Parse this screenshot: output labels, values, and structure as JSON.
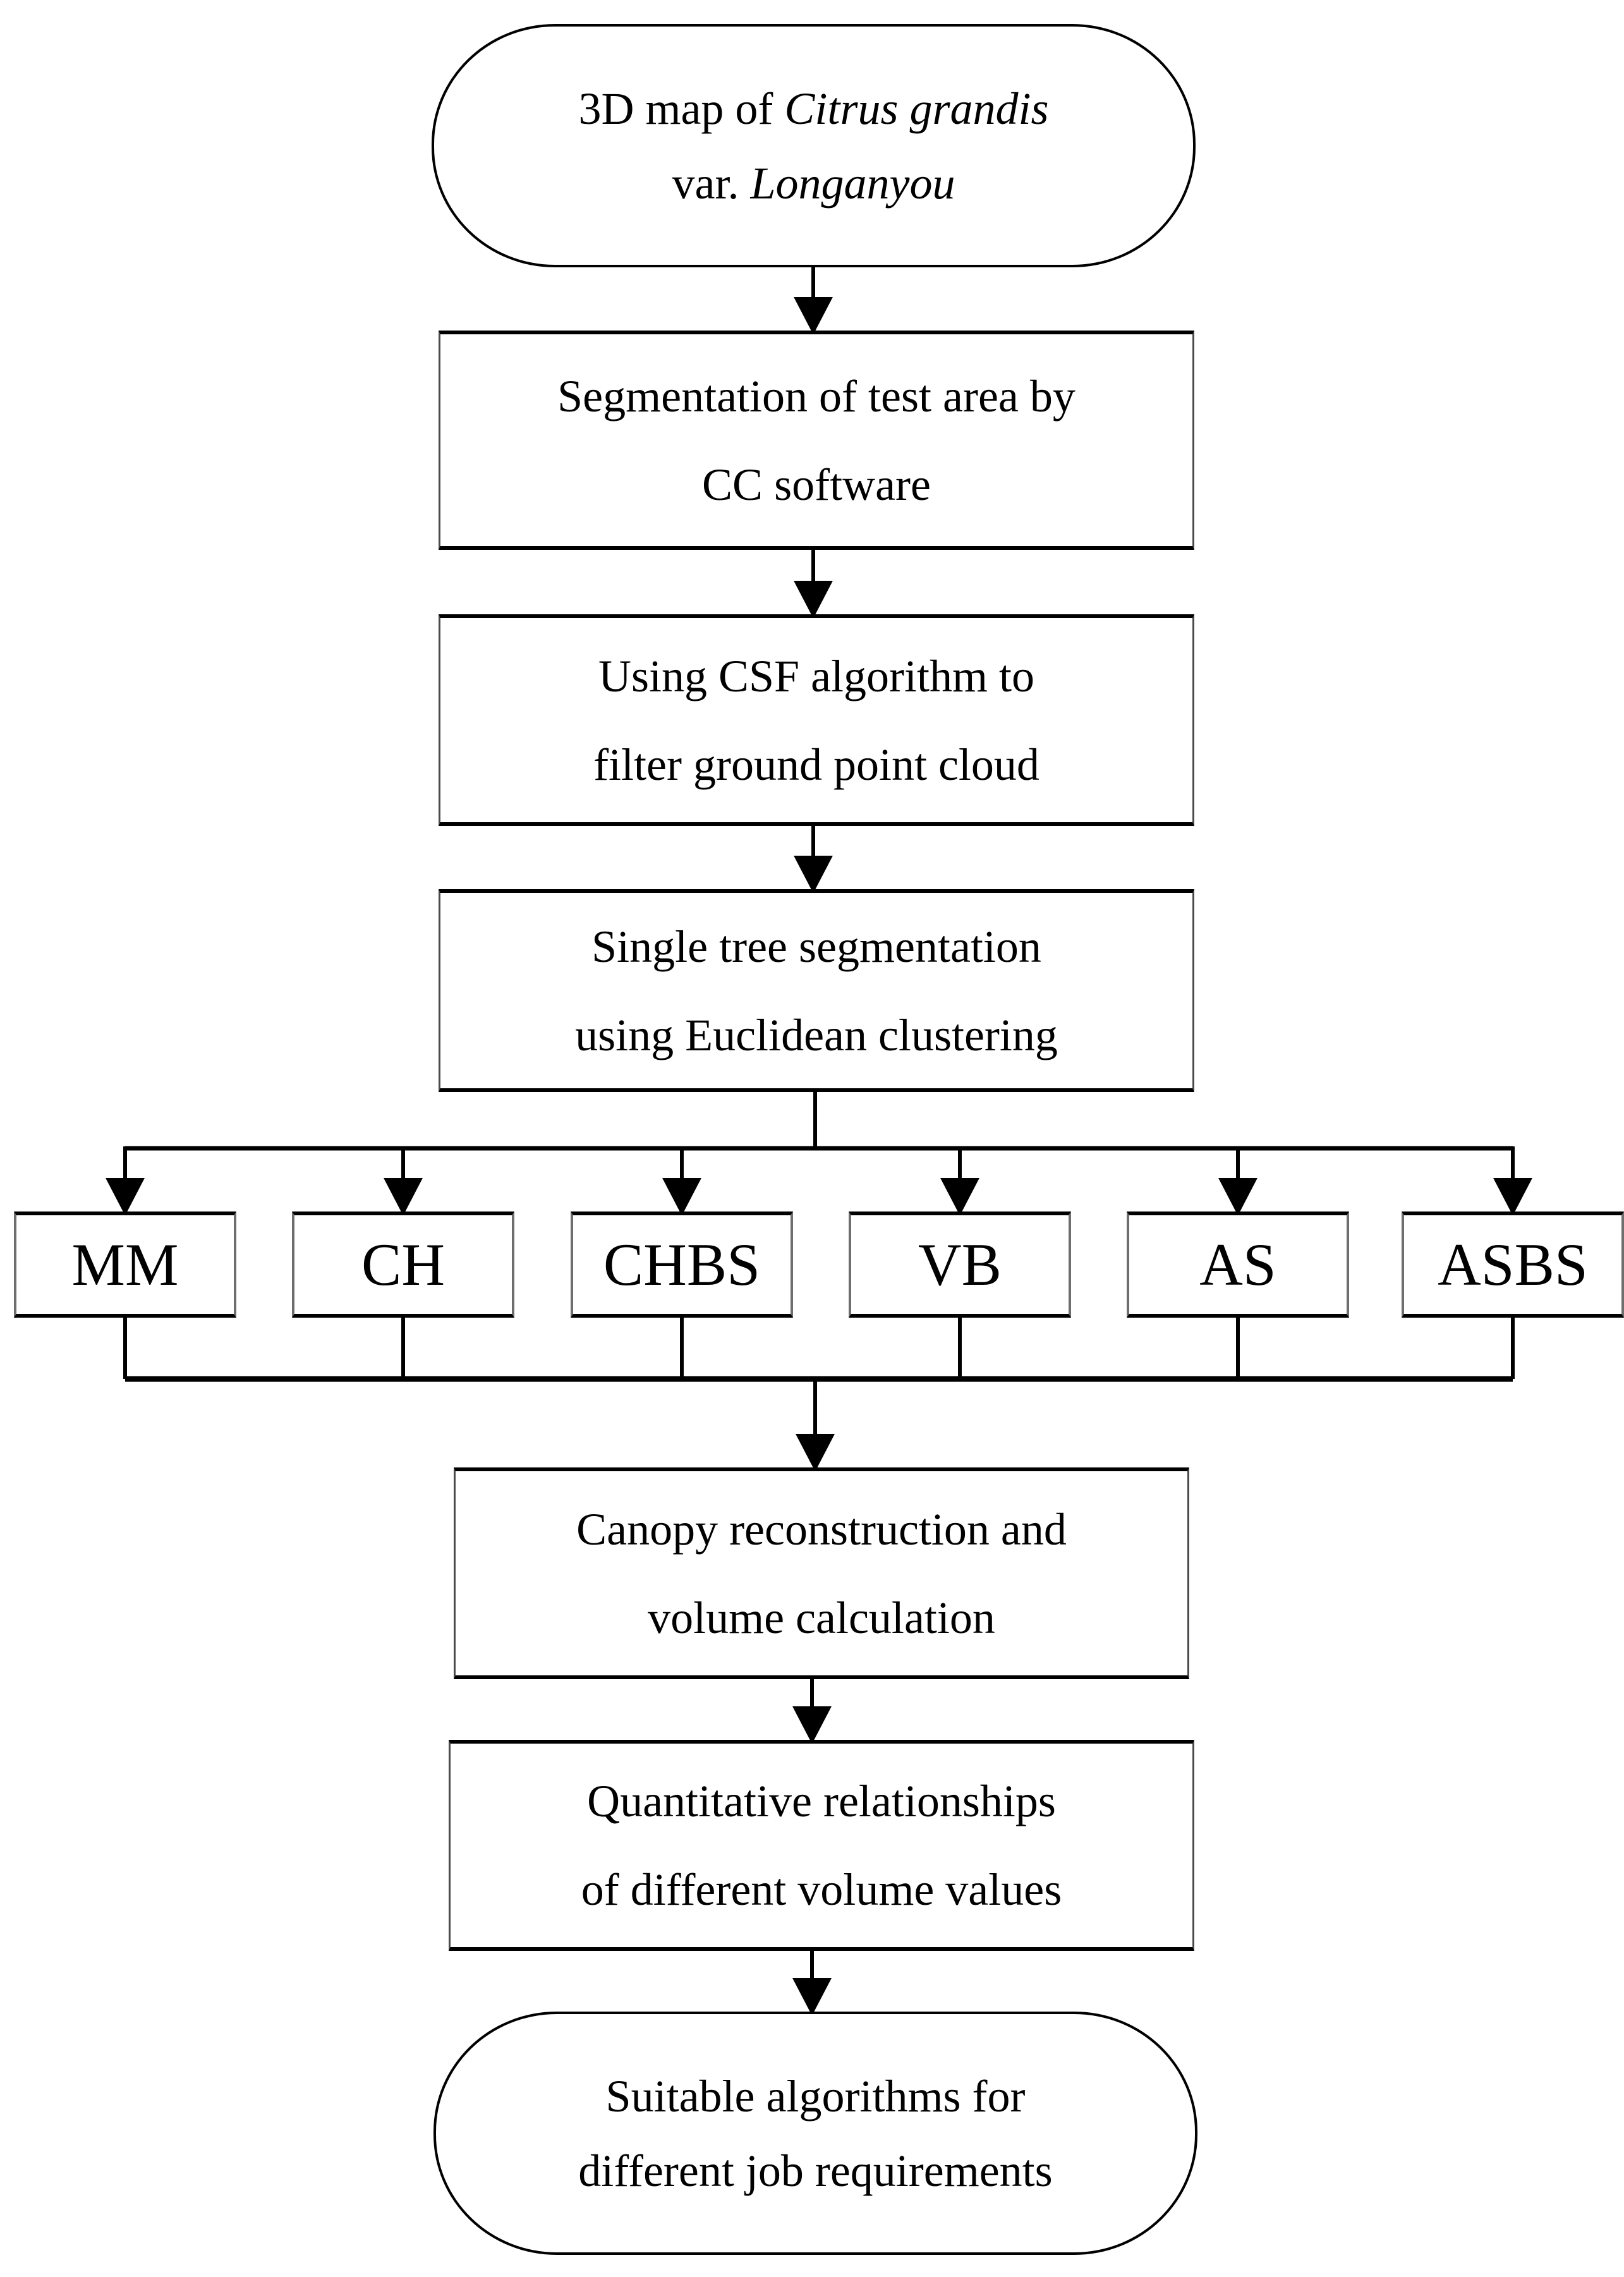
{
  "diagram": {
    "type": "flowchart",
    "colors": {
      "stroke": "#000000",
      "background": "#ffffff"
    },
    "nodes": {
      "start": {
        "line1_prefix": "3D map of ",
        "line1_italic": "Citrus grandis",
        "line2_prefix": "var. ",
        "line2_italic": "Longanyou"
      },
      "segmentation": {
        "line1": "Segmentation of test area by",
        "line2": "CC software"
      },
      "csf_filter": {
        "line1": "Using CSF algorithm to",
        "line2": "filter ground point cloud"
      },
      "single_tree": {
        "line1": "Single tree segmentation",
        "line2": "using Euclidean clustering"
      },
      "algorithms": [
        "MM",
        "CH",
        "CHBS",
        "VB",
        "AS",
        "ASBS"
      ],
      "canopy": {
        "line1": "Canopy reconstruction and",
        "line2": "volume calculation"
      },
      "quantitative": {
        "line1": "Quantitative relationships",
        "line2": "of different volume values"
      },
      "end": {
        "line1": "Suitable algorithms for",
        "line2": "different job requirements"
      }
    }
  }
}
